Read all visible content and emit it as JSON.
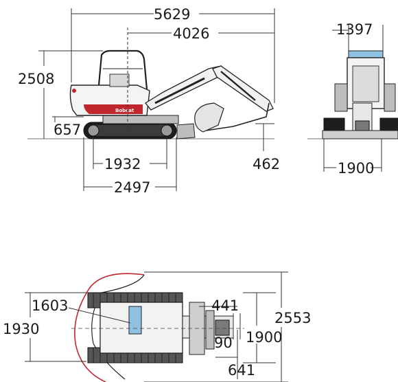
{
  "accent_red": "#c0272d",
  "glass_blue": "#8fc2e0",
  "dimensions": {
    "side": {
      "overall_length": "5629",
      "boom_reach": "4026",
      "height": "2508",
      "ground_clearance": "657",
      "tumbler_length": "1932",
      "track_length": "2497",
      "digging_offset": "462",
      "brand_label": "Bobcat"
    },
    "front": {
      "cab_width": "1397",
      "track_width": "1900"
    },
    "top": {
      "cab_dim": "1603",
      "tail_swing": "1930",
      "swing_width": "2553",
      "blade_width": "1900",
      "boom_offset_a": "441",
      "boom_offset_b": "90",
      "boom_offset_c": "641"
    }
  },
  "icons": [
    "excavator-side-icon",
    "excavator-front-icon",
    "excavator-top-icon"
  ]
}
